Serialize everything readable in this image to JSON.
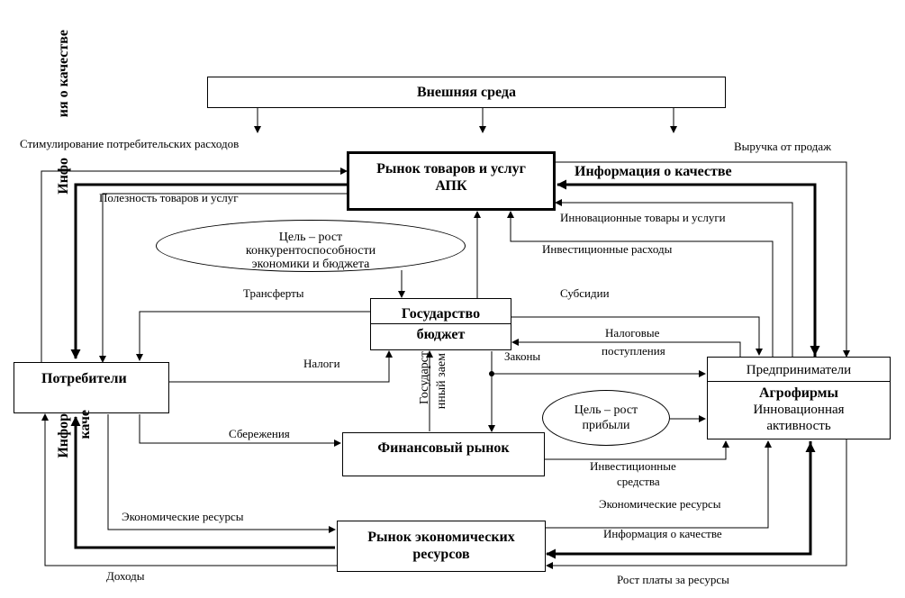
{
  "nodes": {
    "external_env": "Внешняя среда",
    "market_goods_l1": "Рынок товаров и услуг",
    "market_goods_l2": "АПК",
    "state": "Государство",
    "budget": "бюджет",
    "consumers": "Потребители",
    "entrepreneurs": "Предприниматели",
    "agrofirms": "Агрофирмы",
    "innovation_l1": "Инновационная",
    "innovation_l2": "активность",
    "financial_market": "Финансовый рынок",
    "resource_market_l1": "Рынок экономических",
    "resource_market_l2": "ресурсов",
    "goal_state_l1": "Цель – рост",
    "goal_state_l2": "конкурентоспособности",
    "goal_state_l3": "экономики и бюджета",
    "goal_profit_l1": "Цель – рост",
    "goal_profit_l2": "прибыли"
  },
  "labels": {
    "stimulation": "Стимулирование потребительских расходов",
    "revenue": "Выручка от продаж",
    "info_quality_top": "Информация о качестве",
    "usefulness": "Полезность товаров и услуг",
    "innovative_goods": "Инновационные товары и услуги",
    "investment_spending": "Инвестиционные расходы",
    "transfers": "Трансферты",
    "subsidies": "Субсидии",
    "tax_revenue_l1": "Налоговые",
    "tax_revenue_l2": "поступления",
    "taxes": "Налоги",
    "laws": "Законы",
    "savings": "Сбережения",
    "investment_funds_l1": "Инвестиционные",
    "investment_funds_l2": "средства",
    "econ_resources_right": "Экономические ресурсы",
    "econ_resources_left": "Экономические ресурсы",
    "info_quality_bottom": "Информация о качестве",
    "income": "Доходы",
    "resource_pay": "Рост платы за ресурсы",
    "vert_info_top_a": "Инфо",
    "vert_info_top_b": "ия о качестве",
    "vert_info_left_a": "Инфор",
    "vert_info_left_b": "каче",
    "vert_gov_loan_a": "Государст",
    "vert_gov_loan_b": "нный заем"
  }
}
